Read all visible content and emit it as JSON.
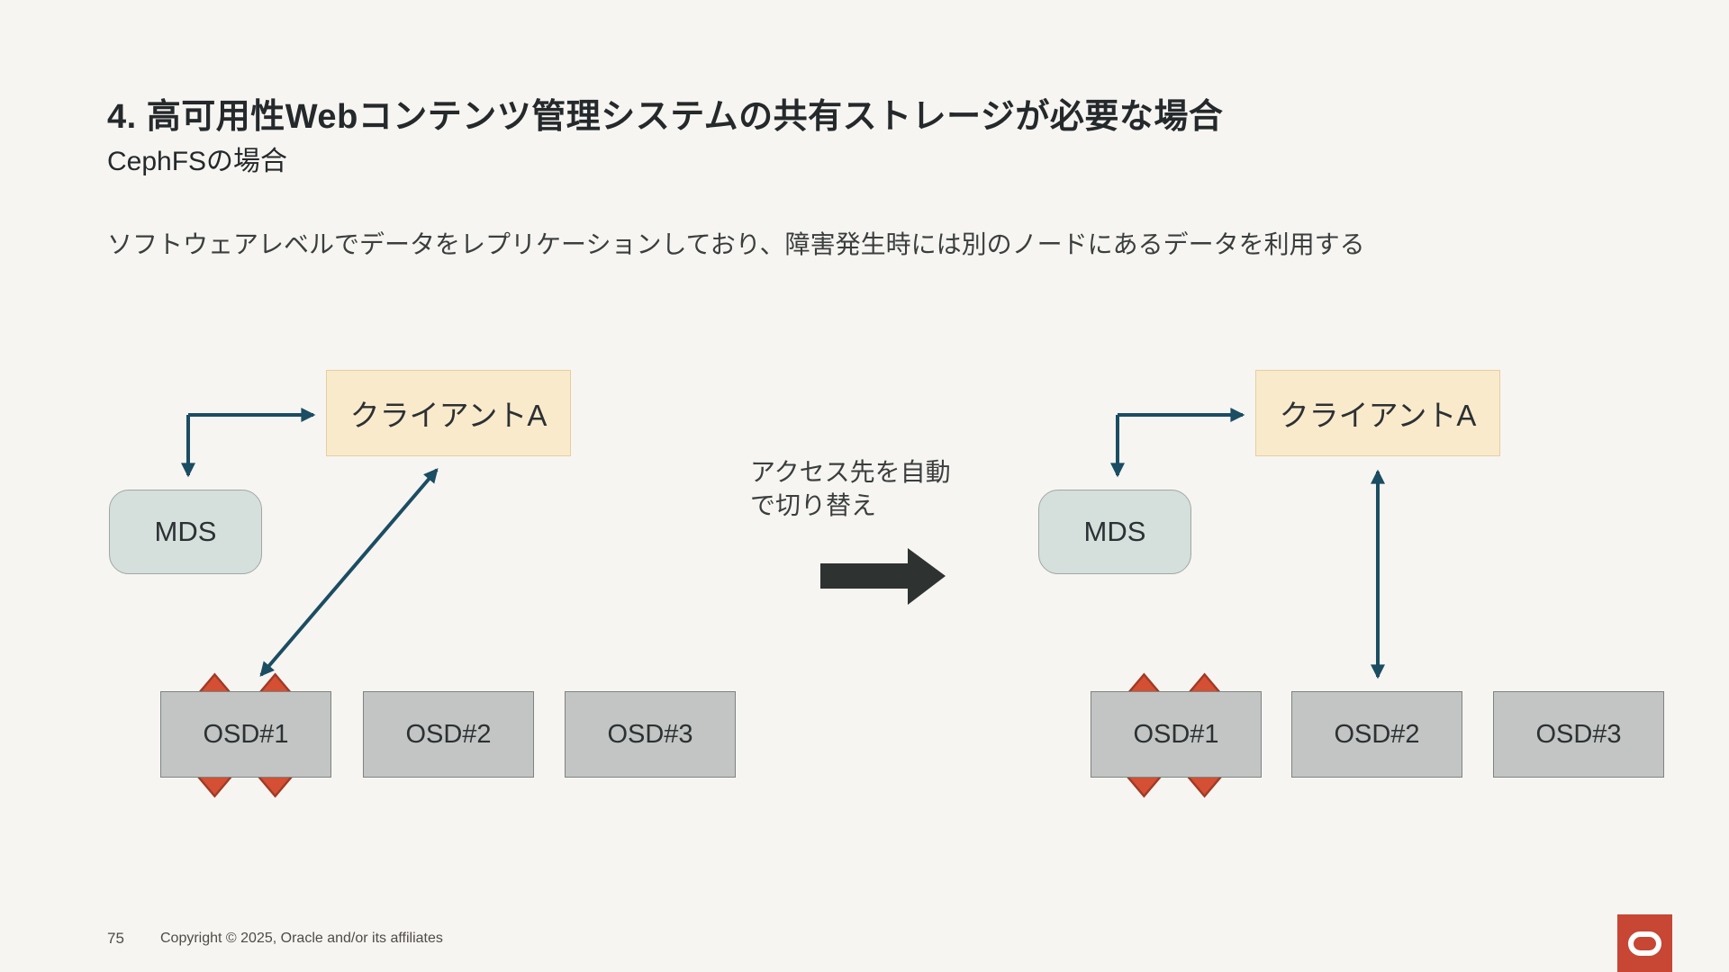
{
  "slide": {
    "title": "4. 高可用性Webコンテンツ管理システムの共有ストレージが必要な場合",
    "subtitle": "CephFSの場合",
    "description": "ソフトウェアレベルでデータをレプリケーションしており、障害発生時には別のノードにあるデータを利用する",
    "footer": {
      "page_number": "75",
      "copyright": "Copyright © 2025, Oracle and/or its affiliates"
    },
    "logo": "oracle-logo"
  },
  "transition_label": {
    "line1": "アクセス先を自動",
    "line2": "で切り替え"
  },
  "diagrams": {
    "left": {
      "client": "クライアントA",
      "mds": "MDS",
      "osds": [
        "OSD#1",
        "OSD#2",
        "OSD#3"
      ],
      "failed_node": "OSD#1"
    },
    "right": {
      "client": "クライアントA",
      "mds": "MDS",
      "osds": [
        "OSD#1",
        "OSD#2",
        "OSD#3"
      ],
      "failed_node": "OSD#1"
    }
  },
  "colors": {
    "bg": "#F7F5F1",
    "ink": "#24292B",
    "body-ink": "#3A3F3E",
    "client-fill": "#FAEACC",
    "client-border": "#E5CFA0",
    "mds-fill": "#D5DFDC",
    "mds-border": "#9FA8A5",
    "osd-fill": "#C2C5C3",
    "osd-border": "#7E8482",
    "arrow": "#1B4D63",
    "x-fill": "#D44F33",
    "x-border": "#A03A26",
    "black-arrow": "#2E3230",
    "footer-ink": "#4F4C48",
    "oracle-red": "#C74634"
  }
}
